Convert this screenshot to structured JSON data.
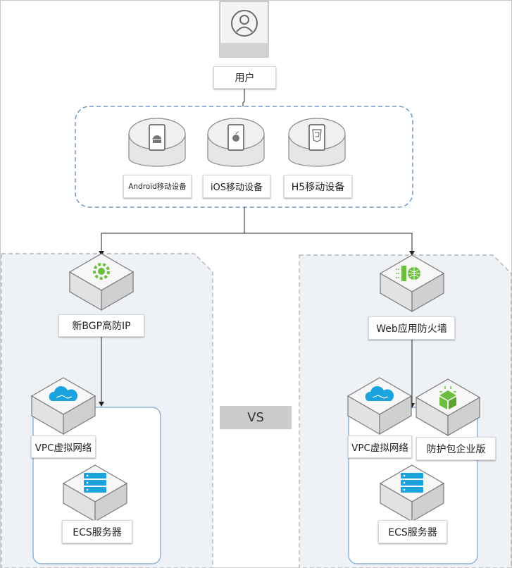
{
  "user": {
    "label": "用户",
    "icon": "user-icon"
  },
  "devices": [
    {
      "label": "Android移动设备",
      "icon": "android-icon"
    },
    {
      "label": "iOS移动设备",
      "icon": "apple-icon"
    },
    {
      "label": "H5移动设备",
      "icon": "html5-icon"
    }
  ],
  "left_path": {
    "gateway": {
      "label": "新BGP高防IP",
      "icon": "gear-shield-icon"
    },
    "vpc": {
      "label": "VPC虚拟网络",
      "icon": "cloud-network-icon"
    },
    "ecs": {
      "label": "ECS服务器",
      "icon": "server-icon"
    }
  },
  "right_path": {
    "gateway": {
      "label": "Web应用防火墙",
      "icon": "globe-firewall-icon"
    },
    "vpc": {
      "label": "VPC虚拟网络",
      "icon": "cloud-network-icon"
    },
    "protection": {
      "label": "防护包企业版",
      "icon": "package-icon"
    },
    "ecs": {
      "label": "ECS服务器",
      "icon": "server-icon"
    }
  },
  "comparison": {
    "label": "VS"
  },
  "colors": {
    "accent_green": "#6cbe3e",
    "accent_blue": "#1aa3dd",
    "panel_bg": "#eef2f6",
    "dashed_blue": "#6e98c8"
  }
}
